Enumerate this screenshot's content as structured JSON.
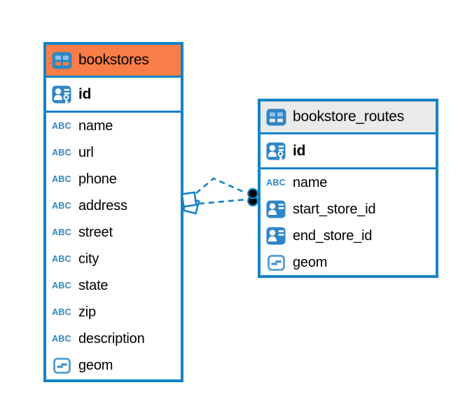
{
  "colors": {
    "accent_blue": "#1283C6",
    "icon_blue": "#2E86C6",
    "icon_blue_light": "#8FC1E9",
    "geometry_icon_blue": "#4496D2",
    "bookstores_header_orange": "#F87D46",
    "routes_header_gray": "#EAEAEA",
    "relation_dot_black": "#000000",
    "canvas_background": "#FFFFFF"
  },
  "diagram": {
    "tables": [
      {
        "name": "bookstores",
        "header_color": "#F87D46",
        "icon": "table-icon",
        "primary_keys": [
          {
            "icon": "person-key-icon",
            "label": "id"
          }
        ],
        "columns": [
          {
            "icon": "text-abc-icon",
            "label": "name"
          },
          {
            "icon": "text-abc-icon",
            "label": "url"
          },
          {
            "icon": "text-abc-icon",
            "label": "phone"
          },
          {
            "icon": "text-abc-icon",
            "label": "address"
          },
          {
            "icon": "text-abc-icon",
            "label": "street"
          },
          {
            "icon": "text-abc-icon",
            "label": "city"
          },
          {
            "icon": "text-abc-icon",
            "label": "state"
          },
          {
            "icon": "text-abc-icon",
            "label": "zip"
          },
          {
            "icon": "text-abc-icon",
            "label": "description"
          },
          {
            "icon": "geometry-icon",
            "label": "geom"
          }
        ]
      },
      {
        "name": "bookstore_routes",
        "header_color": "#EAEAEA",
        "icon": "table-icon",
        "primary_keys": [
          {
            "icon": "person-key-icon",
            "label": "id"
          }
        ],
        "columns": [
          {
            "icon": "text-abc-icon",
            "label": "name"
          },
          {
            "icon": "person-ref-icon",
            "label": "start_store_id"
          },
          {
            "icon": "person-ref-icon",
            "label": "end_store_id"
          },
          {
            "icon": "geometry-icon",
            "label": "geom"
          }
        ]
      }
    ],
    "relations": [
      {
        "from_table": "bookstores",
        "to_table": "bookstore_routes",
        "style": "dashed",
        "from_marker": "diamond",
        "to_marker": "filled-dot"
      },
      {
        "from_table": "bookstores",
        "to_table": "bookstore_routes",
        "style": "dashed",
        "from_marker": "diamond",
        "to_marker": "filled-dot"
      }
    ]
  }
}
